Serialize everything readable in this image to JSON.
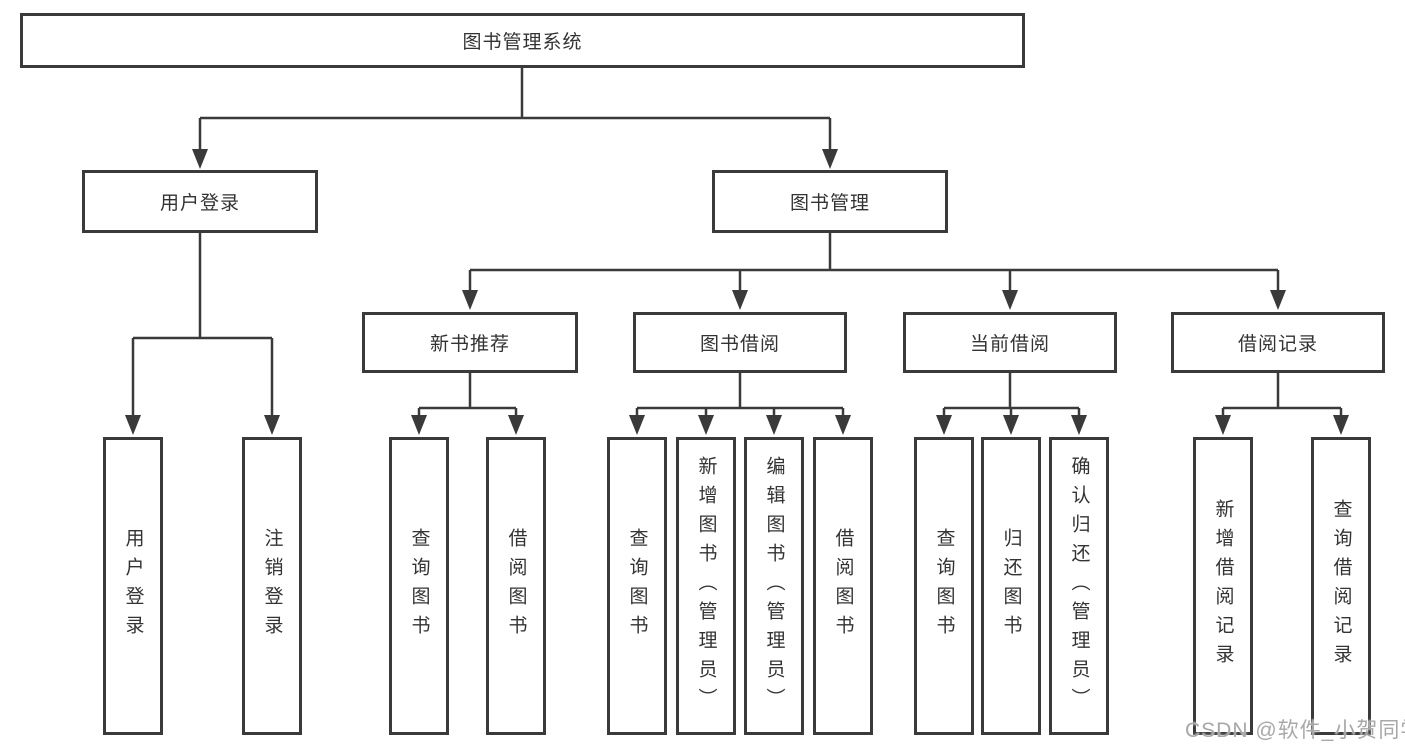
{
  "tree": {
    "root": "图书管理系统",
    "children": [
      {
        "label": "用户登录",
        "children": [
          {
            "label": "用户登录"
          },
          {
            "label": "注销登录"
          }
        ]
      },
      {
        "label": "图书管理",
        "children": [
          {
            "label": "新书推荐",
            "children": [
              {
                "label": "查询图书"
              },
              {
                "label": "借阅图书"
              }
            ]
          },
          {
            "label": "图书借阅",
            "children": [
              {
                "label": "查询图书"
              },
              {
                "label": "新增图书（管理员）"
              },
              {
                "label": "编辑图书（管理员）"
              },
              {
                "label": "借阅图书"
              }
            ]
          },
          {
            "label": "当前借阅",
            "children": [
              {
                "label": "查询图书"
              },
              {
                "label": "归还图书"
              },
              {
                "label": "确认归还（管理员）"
              }
            ]
          },
          {
            "label": "借阅记录",
            "children": [
              {
                "label": "新增借阅记录"
              },
              {
                "label": "查询借阅记录"
              }
            ]
          }
        ]
      }
    ]
  },
  "watermark": {
    "text": "CSDN @软件_小贺同学"
  },
  "colors": {
    "line": "#3a3a3a",
    "text": "#333333",
    "background": "#ffffff",
    "watermark": "#a8a8a8"
  }
}
